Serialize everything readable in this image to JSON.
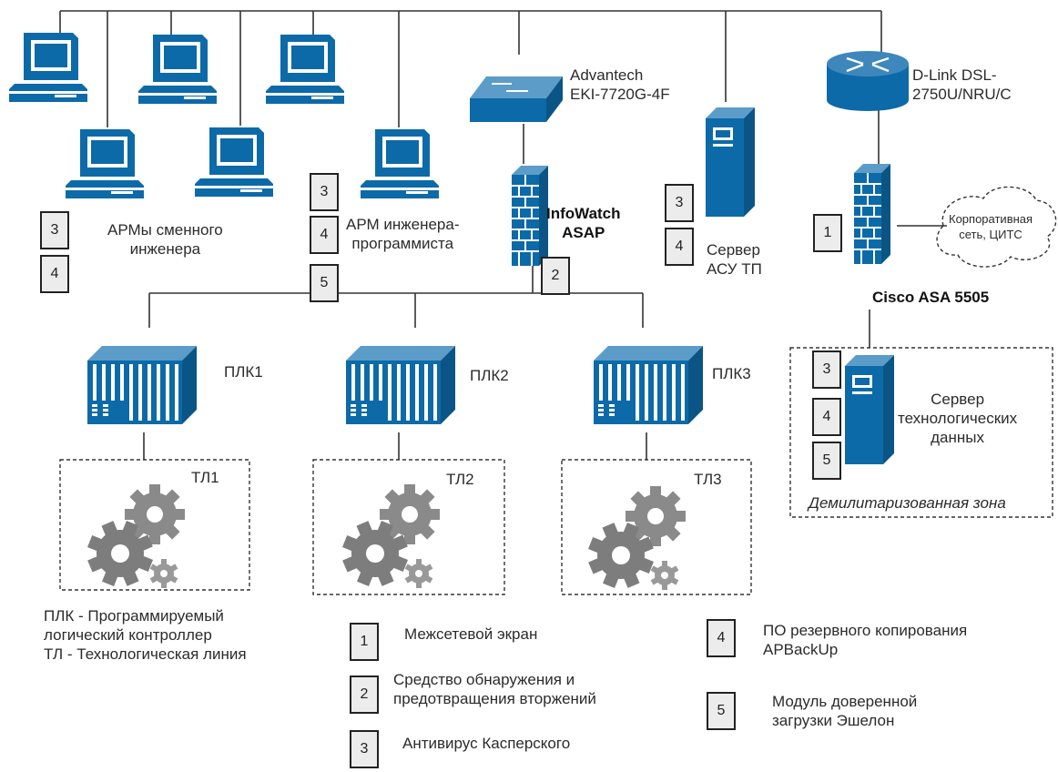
{
  "devices": {
    "switch": {
      "name": "Advantech\nEKI-7720G-4F"
    },
    "router": {
      "name": "D-Link DSL-\n2750U/NRU/C"
    },
    "firewall_ids": {
      "name": "InfoWatch\nASAP"
    },
    "firewall_cisco": {
      "name": "Cisco ASA 5505"
    },
    "cloud": {
      "name": "Корпоративная\nсеть, ЦИТС"
    },
    "arm_shift": {
      "name": "АРМы  сменного\nинженера"
    },
    "arm_programmer": {
      "name": "АРМ инженера-\nпрограммиста"
    },
    "server_acs": {
      "name": "Сервер\nАСУ ТП"
    },
    "server_tech": {
      "name": "Сервер\nтехнологических\nданных"
    },
    "dmz": {
      "name": "Демилитаризованная зона"
    },
    "plc1": {
      "name": "ПЛК1"
    },
    "plc2": {
      "name": "ПЛК2"
    },
    "plc3": {
      "name": "ПЛК3"
    },
    "tl1": {
      "name": "ТЛ1"
    },
    "tl2": {
      "name": "ТЛ2"
    },
    "tl3": {
      "name": "ТЛ3"
    }
  },
  "abbreviations": "ПЛК - Программируемый\nлогический контроллер\nТЛ - Технологическая линия",
  "badges": {
    "arm_shift": [
      "3",
      "4"
    ],
    "arm_programmer": [
      "3",
      "4",
      "5"
    ],
    "ids": [
      "2"
    ],
    "server_acs": [
      "3",
      "4"
    ],
    "cisco": [
      "1"
    ],
    "server_tech": [
      "3",
      "4",
      "5"
    ]
  },
  "legend": [
    {
      "num": "1",
      "text": "Межсетевой экран"
    },
    {
      "num": "2",
      "text": "Средство обнаружения и\nпредотвращения вторжений"
    },
    {
      "num": "3",
      "text": "Антивирус Касперского"
    },
    {
      "num": "4",
      "text": "ПО резервного копирования\nAPBackUp"
    },
    {
      "num": "5",
      "text": "Модуль доверенной\nзагрузки Эшелон"
    }
  ],
  "colors": {
    "device_blue": "#0d6aa8",
    "device_light": "#cfe3f1",
    "line": "#333333"
  }
}
